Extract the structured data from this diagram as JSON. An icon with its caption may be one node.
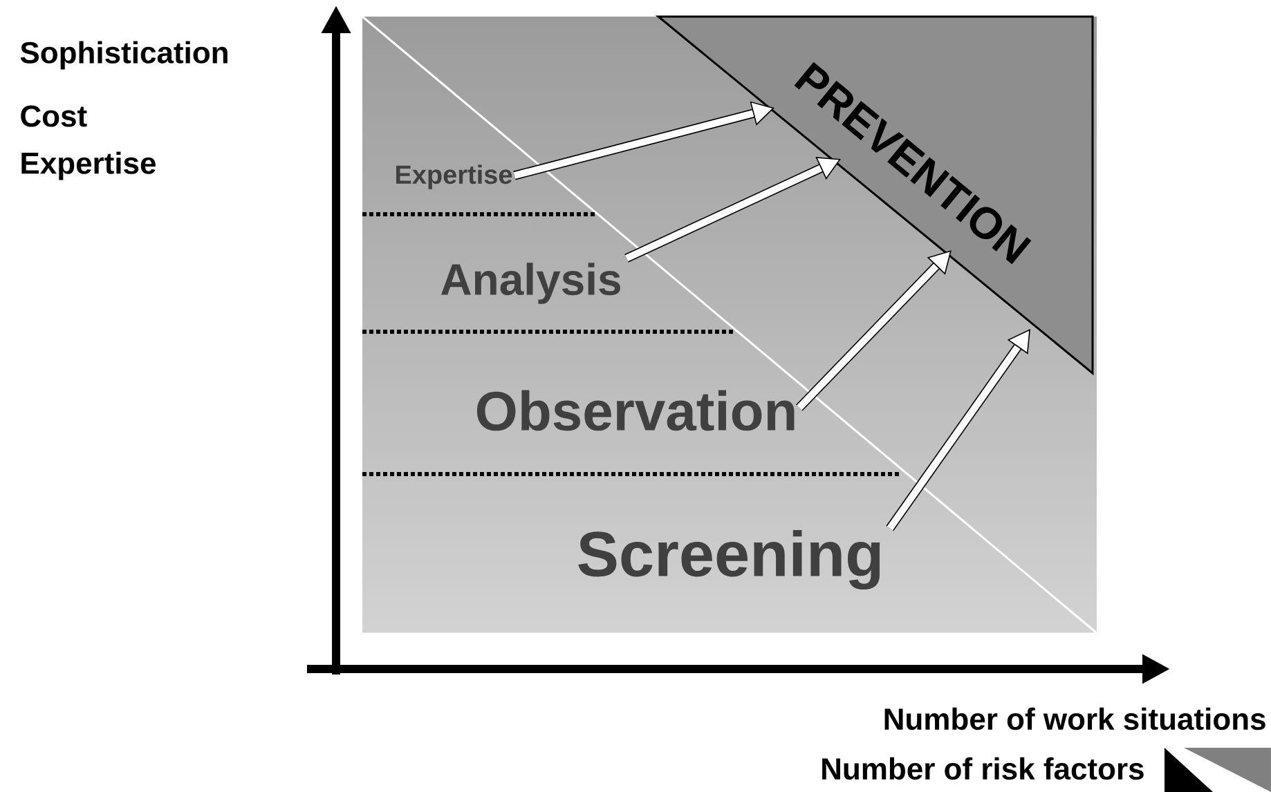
{
  "diagram": {
    "nodes": [
      {
        "text": [
          "PREVENTION"
        ]
      },
      {
        "text": [
          "Expertise"
        ]
      },
      {
        "text": [
          "Analysis"
        ]
      },
      {
        "text": [
          "Observation"
        ]
      },
      {
        "text": [
          "Screening"
        ]
      }
    ],
    "edges": [
      {
        "from": 1,
        "to": 0,
        "arrow": "to"
      },
      {
        "from": 2,
        "to": 0,
        "arrow": "to"
      },
      {
        "from": 3,
        "to": 0,
        "arrow": "to"
      },
      {
        "from": 4,
        "to": 0,
        "arrow": "to"
      }
    ],
    "labels": [
      "Sophistication",
      "Cost",
      "Expertise",
      "Number of work situations",
      "Number of risk factors"
    ]
  }
}
